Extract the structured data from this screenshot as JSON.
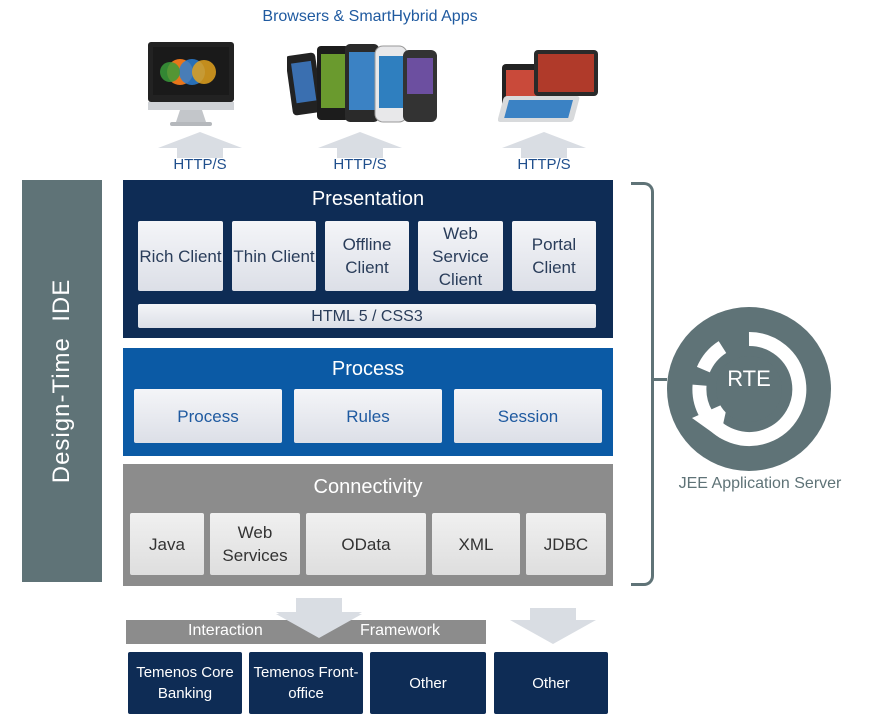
{
  "header": {
    "title": "Browsers & SmartHybrid Apps"
  },
  "protocols": [
    "HTTP/S",
    "HTTP/S",
    "HTTP/S"
  ],
  "ide": {
    "label": "Design-Time  IDE"
  },
  "presentation": {
    "title": "Presentation",
    "clients": [
      "Rich Client",
      "Thin Client",
      "Offline Client",
      "Web Service Client",
      "Portal Client"
    ],
    "bar": "HTML 5 / CSS3"
  },
  "process": {
    "title": "Process",
    "items": [
      "Process",
      "Rules",
      "Session"
    ]
  },
  "connectivity": {
    "title": "Connectivity",
    "items": [
      "Java",
      "Web Services",
      "OData",
      "XML",
      "JDBC"
    ]
  },
  "server": {
    "badge": "RTE",
    "label": "JEE Application Server"
  },
  "framework": {
    "left": "Interaction",
    "right": "Framework"
  },
  "backends": [
    "Temenos Core Banking",
    "Temenos Front-office",
    "Other",
    "Other"
  ],
  "colors": {
    "presentation": "#0e2c55",
    "process": "#0b5aa5",
    "connectivity": "#8c8c8c",
    "ide": "#5f7377"
  }
}
